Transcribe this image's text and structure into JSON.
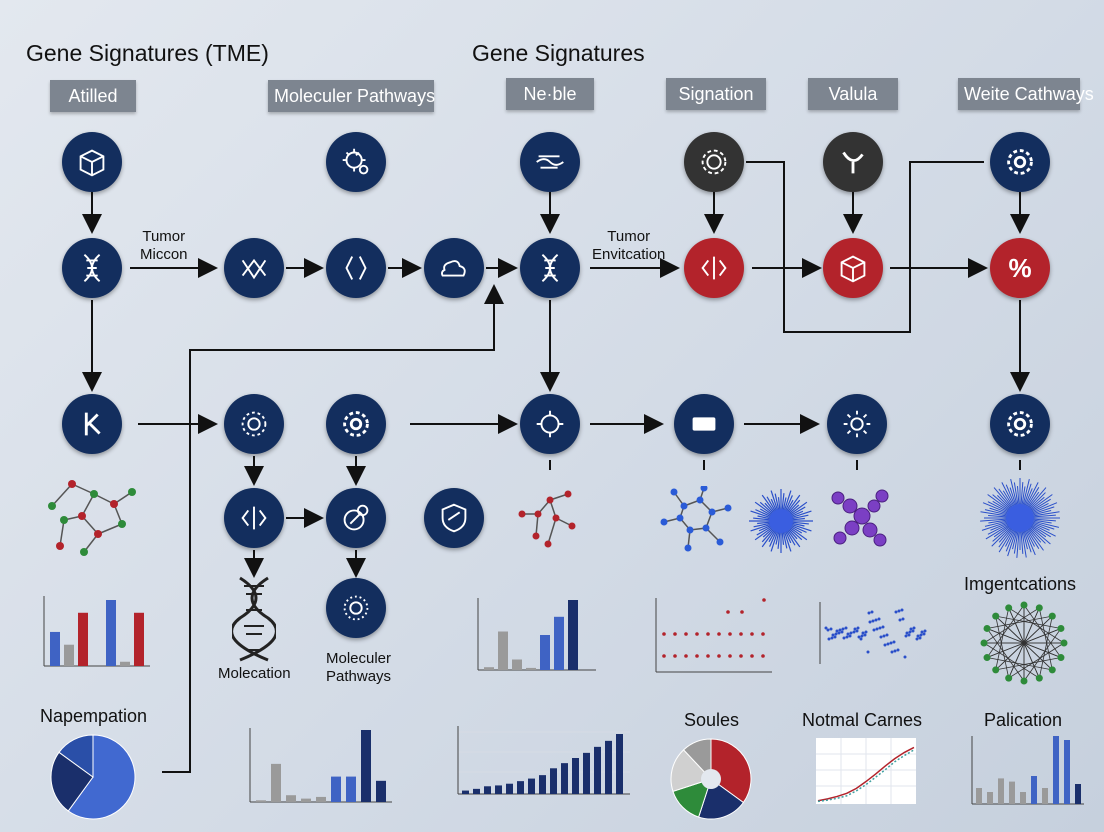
{
  "headers": {
    "left_title": "Gene Signatures  (TME)",
    "center_title": "Gene Signatures"
  },
  "tags": {
    "t1": "Atilled",
    "t2": "Moleculer Pathways",
    "t3": "Ne·ble",
    "t4": "Signation",
    "t5": "Valula",
    "t6": "Weite Cathways"
  },
  "labels": {
    "tumor_micon": "Tumor\nMiccon",
    "tumor_env": "Tumor\nEnvitcation",
    "molecation": "Molecation",
    "moleculer_pathways": "Moleculer\nPathways",
    "percent_symbol": "%"
  },
  "sections": {
    "napempation": "Napempation",
    "soules": "Soules",
    "notmal_carnes": "Notmal Carnes",
    "palication": "Palication",
    "imgentcations": "Imgentcations"
  },
  "colors": {
    "navy": "#132e5e",
    "red": "#b3232b",
    "bar_blue": "#3f63c4",
    "bar_red": "#b3232b",
    "bar_gray": "#9a9a9a",
    "bar_navy": "#1a2f6b"
  },
  "chart_data": [
    {
      "type": "bar",
      "series": [
        {
          "values": [
            32,
            20,
            50,
            0,
            62,
            4,
            50
          ]
        }
      ],
      "colors": [
        "blue",
        "gray",
        "red",
        "blue",
        "blue",
        "gray",
        "red"
      ]
    },
    {
      "type": "bar",
      "series": [
        {
          "values": [
            4,
            55,
            15,
            3,
            50,
            76,
            100
          ]
        }
      ],
      "colors": [
        "gray",
        "gray",
        "gray",
        "gray",
        "blue",
        "blue",
        "navy"
      ]
    },
    {
      "type": "scatter",
      "series": [
        {
          "values": [
            60,
            60,
            60,
            60,
            60,
            60,
            60,
            60,
            60,
            60
          ]
        },
        {
          "values": [
            30,
            30,
            30,
            30,
            30,
            30,
            30,
            30,
            30,
            30
          ]
        },
        {
          "values": [
            88,
            88,
            95
          ]
        }
      ]
    },
    {
      "type": "pie",
      "values": [
        60,
        25,
        15
      ]
    },
    {
      "type": "bar",
      "series": [
        {
          "values": [
            2,
            45,
            8,
            4,
            6,
            30,
            30,
            85,
            25
          ]
        }
      ],
      "colors": [
        "gray",
        "gray",
        "gray",
        "gray",
        "gray",
        "blue",
        "blue",
        "navy",
        "navy"
      ]
    },
    {
      "type": "bar",
      "series": [
        {
          "values": [
            4,
            6,
            9,
            10,
            12,
            15,
            18,
            22,
            30,
            36,
            42,
            48,
            55,
            62,
            70
          ]
        }
      ]
    },
    {
      "type": "pie",
      "values": [
        35,
        20,
        15,
        18,
        12
      ]
    },
    {
      "type": "line",
      "series": [
        {
          "values": [
            2,
            5,
            9,
            14,
            22,
            33,
            45,
            58,
            70,
            80,
            88
          ]
        },
        {
          "values": [
            1,
            3,
            6,
            10,
            18,
            28,
            40,
            52,
            65,
            75,
            84
          ]
        }
      ]
    },
    {
      "type": "bar",
      "series": [
        {
          "values": [
            20,
            15,
            32,
            28,
            15,
            35,
            20,
            85,
            80,
            25
          ]
        }
      ],
      "colors": [
        "gray",
        "gray",
        "gray",
        "gray",
        "gray",
        "blue",
        "gray",
        "blue",
        "blue",
        "navy"
      ]
    }
  ]
}
